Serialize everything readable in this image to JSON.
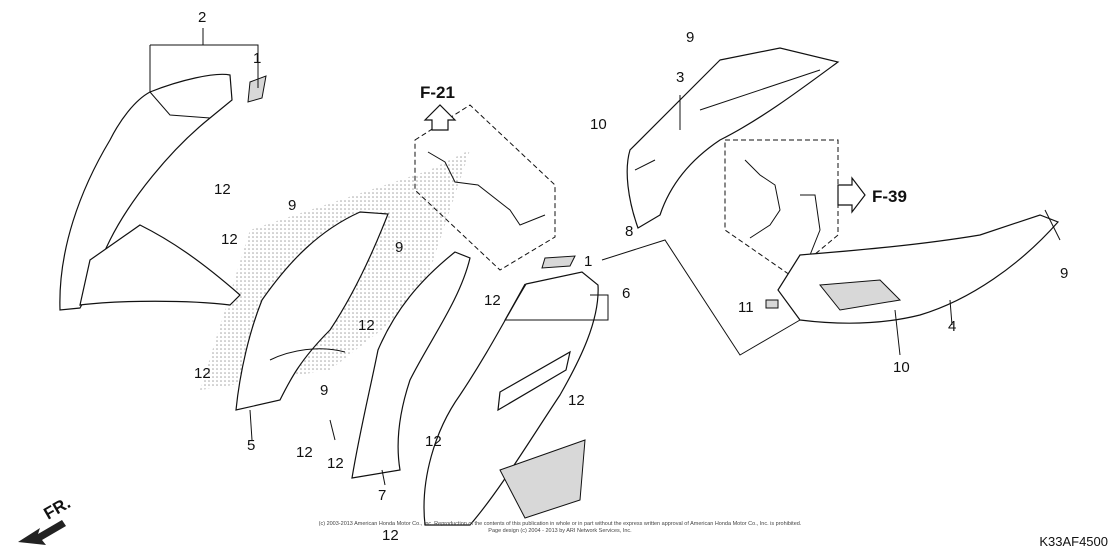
{
  "labels": {
    "l1a": "1",
    "l1b": "1",
    "l2": "2",
    "l3": "3",
    "l4": "4",
    "l5": "5",
    "l6": "6",
    "l7": "7",
    "l8": "8",
    "l9a": "9",
    "l9b": "9",
    "l9c": "9",
    "l9d": "9",
    "l9e": "9",
    "l10a": "10",
    "l10b": "10",
    "l11": "11",
    "l12a": "12",
    "l12b": "12",
    "l12c": "12",
    "l12d": "12",
    "l12e": "12",
    "l12f": "12",
    "l12g": "12",
    "l12h": "12",
    "l12i": "12"
  },
  "refs": {
    "f21": "F-21",
    "f39": "F-39"
  },
  "direction": "FR.",
  "copyright_line1": "(c) 2003-2013 American Honda Motor Co., Inc. Reproduction of the contents of this publication in whole or in part without the express written approval of American Honda Motor Co., Inc. is prohibited.",
  "copyright_line2": "Page design (c) 2004 - 2013 by ARI Network Services, Inc.",
  "diagram_code": "K33AF4500"
}
